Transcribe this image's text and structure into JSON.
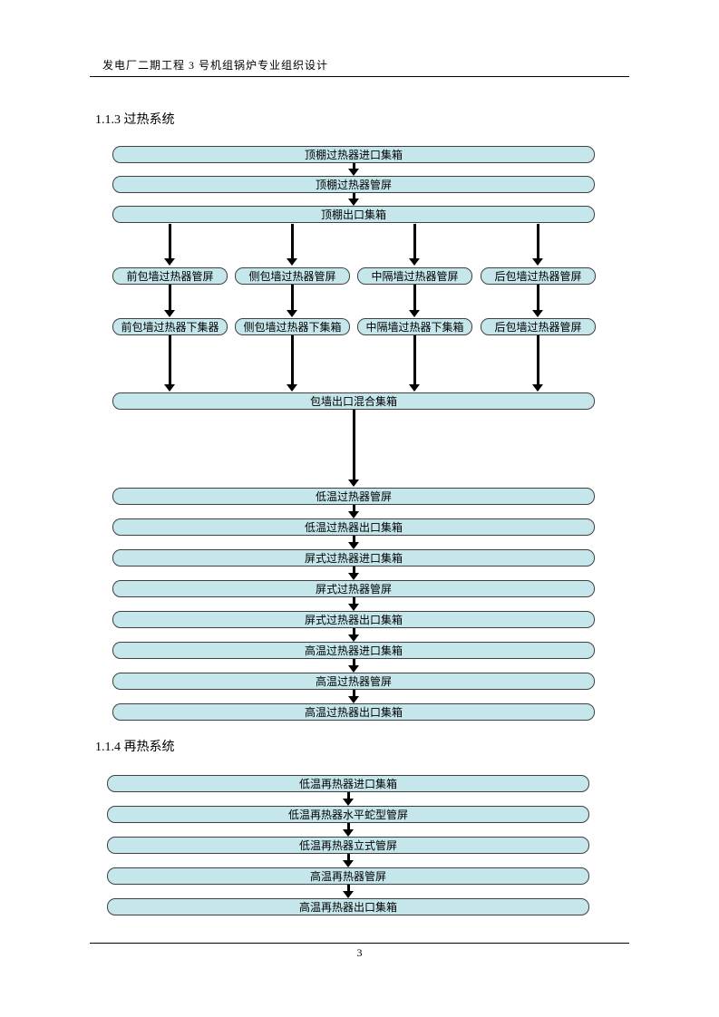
{
  "page": {
    "header_title": "发电厂二期工程 3 号机组锅炉专业组织设计",
    "footer_page_number": "3"
  },
  "sections": {
    "superheat_heading": "1.1.3 过热系统",
    "reheat_heading": "1.1.4 再热系统"
  },
  "superheater_flow": {
    "top_chain": [
      "顶棚过热器进口集箱",
      "顶棚过热器管屏",
      "顶棚出口集箱"
    ],
    "branches_row1": [
      "前包墙过热器管屏",
      "侧包墙过热器管屏",
      "中隔墙过热器管屏",
      "后包墙过热器管屏"
    ],
    "branches_row2": [
      "前包墙过热器下集器",
      "侧包墙过热器下集箱",
      "中隔墙过热器下集箱",
      "后包墙过热器管屏"
    ],
    "merge_box": "包墙出口混合集箱",
    "bottom_chain": [
      "低温过热器管屏",
      "低温过热器出口集箱",
      "屏式过热器进口集箱",
      "屏式过热器管屏",
      "屏式过热器出口集箱",
      "高温过热器进口集箱",
      "高温过热器管屏",
      "高温过热器出口集箱"
    ]
  },
  "reheater_flow": {
    "chain": [
      "低温再热器进口集箱",
      "低温再热器水平蛇型管屏",
      "低温再热器立式管屏",
      "高温再热器管屏",
      "高温再热器出口集箱"
    ]
  },
  "colors": {
    "box_fill": "#c5e6eb",
    "box_border": "#404040",
    "arrow": "#000000"
  }
}
